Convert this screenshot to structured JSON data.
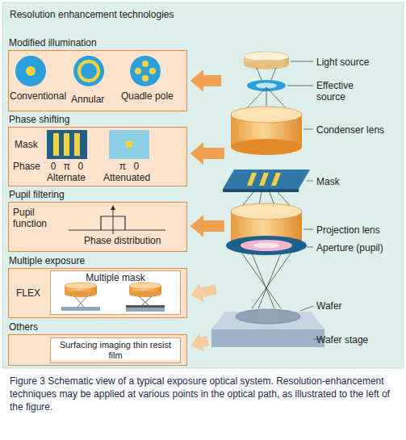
{
  "diagram": {
    "title": "Resolution enhancement technologies",
    "caption": "Figure 3 Schematic view of a typical exposure optical system. Resolution-enhancement techniques may be applied at various points in the optical path, as illustrated to the left of the figure.",
    "nodes": [
      {
        "text": [
          "Modified illumination"
        ]
      },
      {
        "text": [
          "Phase shifting"
        ]
      },
      {
        "text": [
          "Pupil filtering"
        ]
      },
      {
        "text": [
          "Multiple exposure"
        ]
      },
      {
        "text": [
          "Multiple mask"
        ],
        "in": 3
      },
      {
        "text": [
          "Others"
        ]
      },
      {
        "text": [
          "Surfacing imaging thin resist film"
        ],
        "in": 5
      }
    ],
    "labels": [
      "Conventional",
      "Annular",
      "Quadle pole",
      "Mask",
      "Phase",
      "0 π 0",
      "Alternate",
      "π 0",
      "Attenuated",
      "Pupil function",
      "Phase distribution",
      "FLEX",
      "Light source",
      "Effective source",
      "Condenser lens",
      "Mask",
      "Projection lens",
      "Aperture (pupil)",
      "Wafer",
      "Wafer stage"
    ]
  }
}
